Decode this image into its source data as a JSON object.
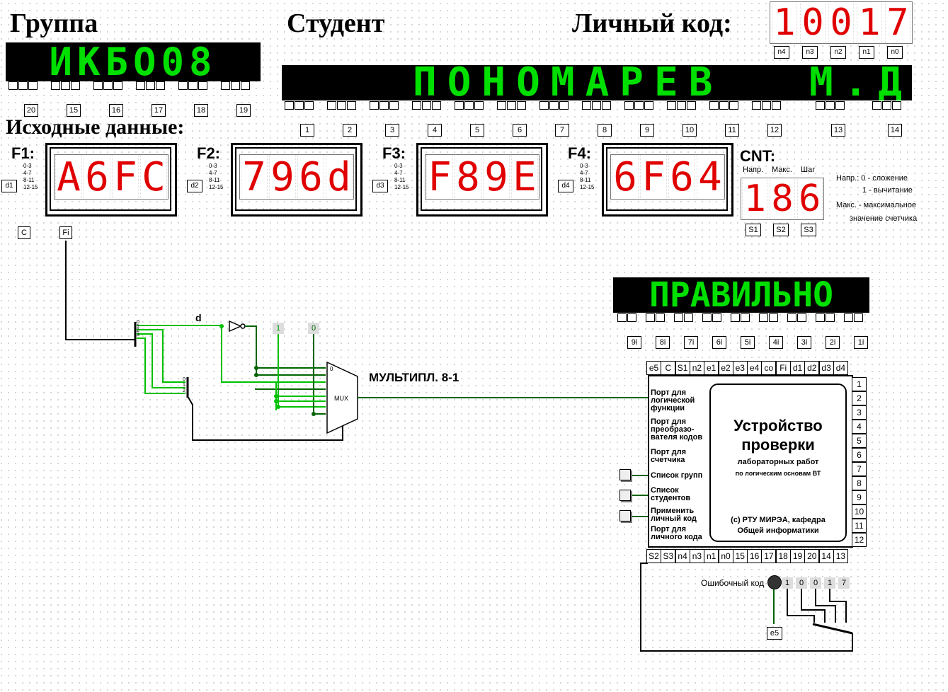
{
  "header": {
    "group_label": "Группа",
    "student_label": "Студент",
    "code_label": "Личный код:",
    "source_label": "Исходные данные:"
  },
  "group": {
    "text": "ИКБО08",
    "pins": [
      "20",
      "15",
      "16",
      "17",
      "18",
      "19"
    ]
  },
  "student": {
    "text": "ПОНОМАРЕВ",
    "initials": "М.Д.",
    "pins": [
      "1",
      "2",
      "3",
      "4",
      "5",
      "6",
      "7",
      "8",
      "9",
      "10",
      "11",
      "12"
    ],
    "init_pins": [
      "13",
      "14"
    ]
  },
  "personal_code": {
    "digits": "10017",
    "pins": [
      "n4",
      "n3",
      "n2",
      "n1",
      "n0"
    ]
  },
  "functions": [
    {
      "label": "F1:",
      "value": "A6FC",
      "pin": "d1"
    },
    {
      "label": "F2:",
      "value": "796d",
      "pin": "d2"
    },
    {
      "label": "F3:",
      "value": "F89E",
      "pin": "d3"
    },
    {
      "label": "F4:",
      "value": "6F64",
      "pin": "d4"
    }
  ],
  "fn_inputs": [
    "0-3",
    "4-7",
    "8-11",
    "12-15"
  ],
  "cnt": {
    "label": "CNT:",
    "headers": [
      "Напр.",
      "Макс.",
      "Шаг"
    ],
    "digits": "186",
    "pins": [
      "S1",
      "S2",
      "S3"
    ],
    "note1": "Напр.: 0 - сложение",
    "note2": "1 - вычитание",
    "note3": "Макс. - максимальное",
    "note4": "значение счетчика"
  },
  "inputs": {
    "c": "C",
    "fi": "Fi"
  },
  "circuit": {
    "wire_label": "d",
    "const1": "1",
    "const0": "0",
    "mux_label": "MUX",
    "mux_sel": "0",
    "mux_title": "МУЛЬТИПЛ. 8-1",
    "split_bits": [
      "0",
      "1",
      "2",
      "3"
    ],
    "split2_bits": [
      "0",
      "1",
      "2"
    ]
  },
  "result": {
    "text": "ПРАВИЛЬНО",
    "pins": [
      "9i",
      "8i",
      "7i",
      "6i",
      "5i",
      "4i",
      "3i",
      "2i",
      "1i"
    ]
  },
  "checker": {
    "title1": "Устройство",
    "title2": "проверки",
    "sub1": "лабораторных работ",
    "sub2": "по логическим основам ВТ",
    "copy1": "(с) РТУ МИРЭА, кафедра",
    "copy2": "Общей информатики",
    "top_pins": [
      "e5",
      "C",
      "S1",
      "n2",
      "e1",
      "e2",
      "e3",
      "e4",
      "co",
      "Fi",
      "d1",
      "d2",
      "d3",
      "d4"
    ],
    "bottom_pins": [
      "S2",
      "S3",
      "n4",
      "n3",
      "n1",
      "n0",
      "15",
      "16",
      "17",
      "18",
      "19",
      "20",
      "14",
      "13"
    ],
    "right_pins": [
      "1",
      "2",
      "3",
      "4",
      "5",
      "6",
      "7",
      "8",
      "9",
      "10",
      "11",
      "12"
    ],
    "ports": [
      "Порт для логической функции",
      "Порт для преобразо-вателя кодов",
      "Порт для счетчика",
      "Список групп",
      "Список студентов",
      "Применить личный код",
      "Порт для личного кода"
    ]
  },
  "error": {
    "label": "Ошибочный код",
    "bits": [
      "1",
      "0",
      "0",
      "1",
      "7"
    ],
    "pin": "e5"
  },
  "colors": {
    "wire_on": "#00c000",
    "wire_dark": "#006400",
    "led_green": "#00e000",
    "seg_red": "#e00000"
  }
}
